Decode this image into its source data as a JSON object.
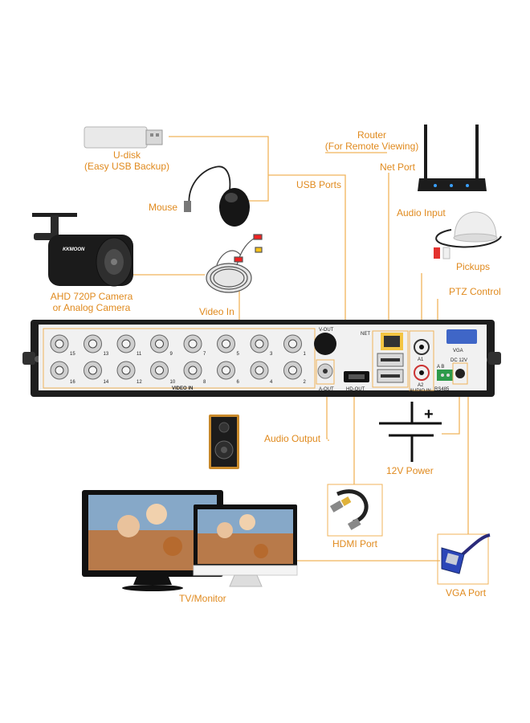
{
  "colors": {
    "accent": "#e08a1e",
    "line": "#f0b35a",
    "dvr": "#1d1d1d",
    "panel": "#f1f1f1"
  },
  "devices": {
    "udisk": {
      "line1": "U-disk",
      "line2": "(Easy USB Backup)",
      "icon": "usb-stick-icon"
    },
    "mouse": {
      "label": "Mouse",
      "icon": "mouse-icon"
    },
    "camera": {
      "line1": "AHD 720P Camera",
      "line2": "or Analog Camera",
      "brand": "KKMOON",
      "icon": "camera-icon"
    },
    "video_in": {
      "label": "Video In",
      "icon": "cable-reel-icon"
    },
    "usb_ports": {
      "label": "USB Ports"
    },
    "router": {
      "line1": "Router",
      "line2": "(For Remote Viewing)",
      "icon": "router-icon"
    },
    "net_port": {
      "label": "Net Port"
    },
    "audio_input": {
      "label": "Audio Input"
    },
    "pickups": {
      "label": "Pickups",
      "icon": "microphone-dome-icon"
    },
    "ptz": {
      "label": "PTZ Control"
    },
    "audio_output": {
      "label": "Audio Output",
      "icon": "speaker-icon"
    },
    "power": {
      "label": "12V Power",
      "sign": "+",
      "icon": "dc-power-icon"
    },
    "hdmi": {
      "label": "HDMI Port",
      "icon": "hdmi-cable-icon"
    },
    "monitor": {
      "label": "TV/Monitor",
      "icon": "monitor-icon"
    },
    "vga": {
      "label": "VGA Port",
      "icon": "vga-cable-icon"
    }
  },
  "dvr": {
    "video_in_label": "VIDEO IN",
    "top_row": [
      "15",
      "13",
      "11",
      "9",
      "7",
      "5",
      "3",
      "1"
    ],
    "bottom_row": [
      "16",
      "14",
      "12",
      "10",
      "8",
      "6",
      "4",
      "2"
    ],
    "vout": "V-OUT",
    "aout": "A-OUT",
    "hdout": "HD-OUT",
    "net": "NET",
    "vga": "VGA",
    "dc": "DC 12V",
    "a1": "A1",
    "a2": "A2",
    "audio_in": "AUDIO IN",
    "rs485": "RS485",
    "ab": "A  B"
  }
}
